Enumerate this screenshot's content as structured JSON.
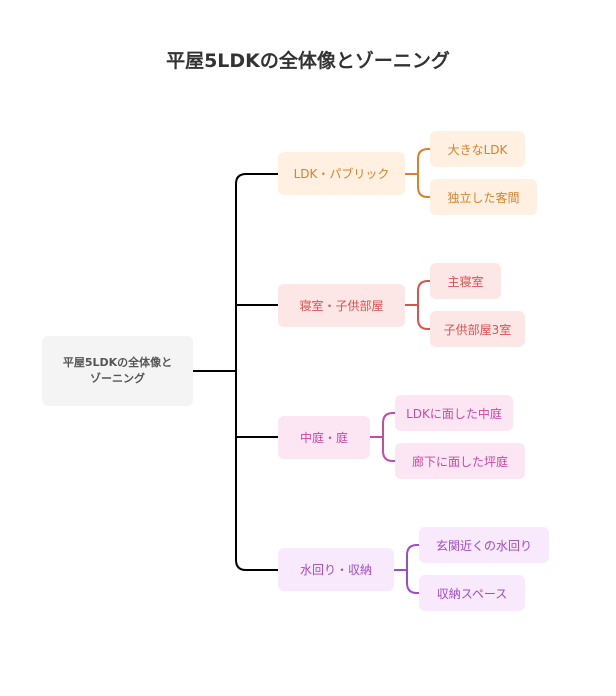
{
  "title": "平屋5LDKの全体像とゾーニング",
  "root": {
    "line1": "平屋5LDKの全体像と",
    "line2": "ゾーニング"
  },
  "branches": [
    {
      "label": "LDK・パブリック",
      "color": "#d9822b",
      "children": [
        {
          "label": "大きなLDK"
        },
        {
          "label": "独立した客間"
        }
      ]
    },
    {
      "label": "寝室・子供部屋",
      "color": "#d9534f",
      "children": [
        {
          "label": "主寝室"
        },
        {
          "label": "子供部屋3室"
        }
      ]
    },
    {
      "label": "中庭・庭",
      "color": "#c64ba2",
      "children": [
        {
          "label": "LDKに面した中庭"
        },
        {
          "label": "廊下に面した坪庭"
        }
      ]
    },
    {
      "label": "水回り・収納",
      "color": "#a24bc6",
      "children": [
        {
          "label": "玄関近くの水回り"
        },
        {
          "label": "収納スペース"
        }
      ]
    }
  ]
}
